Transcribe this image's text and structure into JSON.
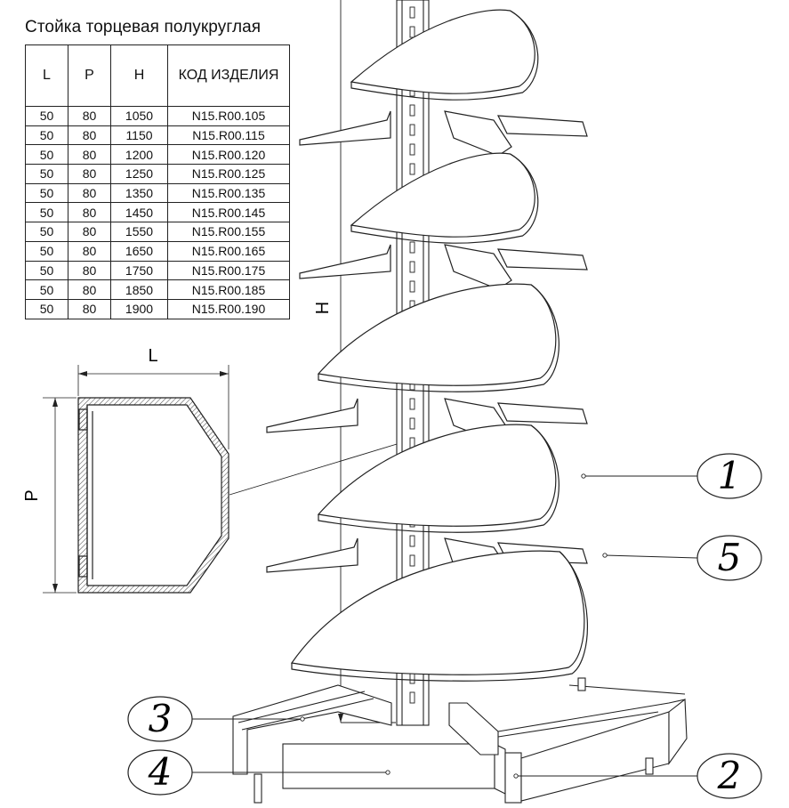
{
  "title": "Стойка торцевая полукруглая",
  "table": {
    "headers": [
      "L",
      "P",
      "H",
      "КОД ИЗДЕЛИЯ"
    ],
    "rows": [
      [
        "50",
        "80",
        "1050",
        "N15.R00.105"
      ],
      [
        "50",
        "80",
        "1150",
        "N15.R00.115"
      ],
      [
        "50",
        "80",
        "1200",
        "N15.R00.120"
      ],
      [
        "50",
        "80",
        "1250",
        "N15.R00.125"
      ],
      [
        "50",
        "80",
        "1350",
        "N15.R00.135"
      ],
      [
        "50",
        "80",
        "1450",
        "N15.R00.145"
      ],
      [
        "50",
        "80",
        "1550",
        "N15.R00.155"
      ],
      [
        "50",
        "80",
        "1650",
        "N15.R00.165"
      ],
      [
        "50",
        "80",
        "1750",
        "N15.R00.175"
      ],
      [
        "50",
        "80",
        "1850",
        "N15.R00.185"
      ],
      [
        "50",
        "80",
        "1900",
        "N15.R00.190"
      ]
    ]
  },
  "dimensions": {
    "width_label": "L",
    "depth_label": "P",
    "height_label": "H"
  },
  "callouts": [
    "1",
    "5",
    "3",
    "4",
    "2"
  ]
}
